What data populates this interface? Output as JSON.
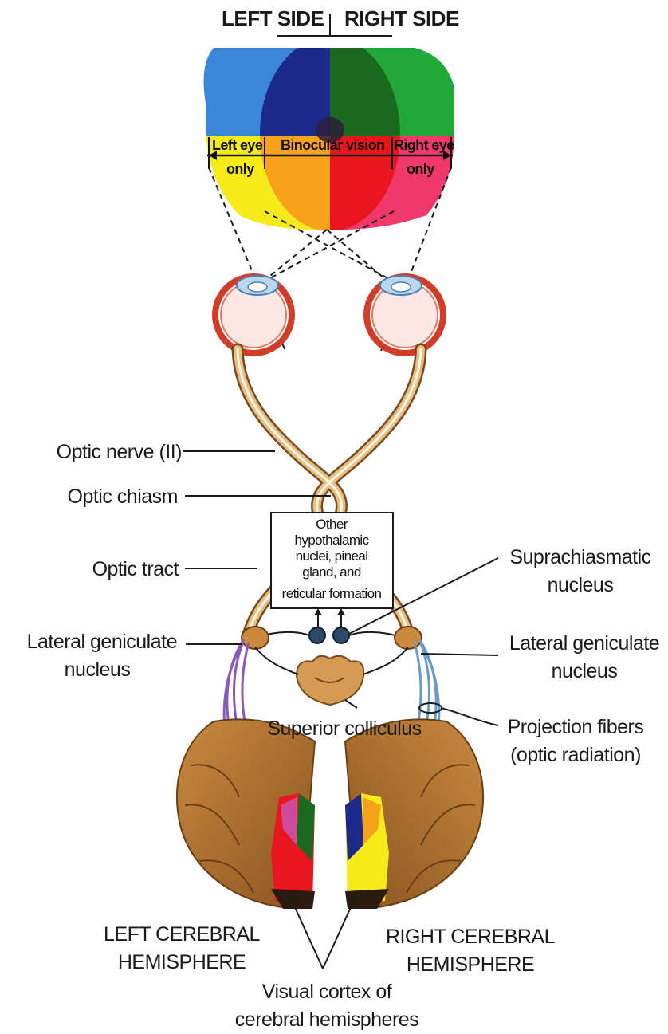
{
  "header": {
    "left_side": "LEFT SIDE",
    "right_side": "RIGHT SIDE"
  },
  "visual_field": {
    "left_eye_only": [
      "Left eye",
      "only"
    ],
    "binocular": "Binocular vision",
    "right_eye_only": [
      "Right eye",
      "only"
    ]
  },
  "labels": {
    "optic_nerve": "Optic nerve (II)",
    "optic_chiasm": "Optic chiasm",
    "optic_tract": "Optic tract",
    "lgn_left": [
      "Lateral geniculate",
      "nucleus"
    ],
    "lgn_right": [
      "Lateral geniculate",
      "nucleus"
    ],
    "suprachiasmatic": [
      "Suprachiasmatic",
      "nucleus"
    ],
    "superior_colliculus": "Superior colliculus",
    "projection_fibers": [
      "Projection fibers",
      "(optic radiation)"
    ],
    "other_box": [
      "Other",
      "hypothalamic",
      "nuclei, pineal",
      "gland, and",
      "reticular formation"
    ],
    "left_hemisphere": [
      "LEFT CEREBRAL",
      "HEMISPHERE"
    ],
    "right_hemisphere": [
      "RIGHT CEREBRAL",
      "HEMISPHERE"
    ],
    "visual_cortex": [
      "Visual cortex of",
      "cerebral hemispheres"
    ]
  },
  "colors": {
    "left_field_top": "#3a86d8",
    "binocular_dark": "#1d2a8c",
    "binocular_green_dark": "#1a6a1e",
    "right_field_top": "#22a836",
    "left_field_bottom": "#f5ea1a",
    "binocular_orange": "#f7a21a",
    "binocular_red": "#e8171e",
    "right_field_bottom": "#f0386a",
    "nerve": "#d9a866",
    "brain": "#b4762f",
    "optic_radiation_left": "#8a58b8",
    "optic_radiation_right": "#6a9bc7"
  }
}
